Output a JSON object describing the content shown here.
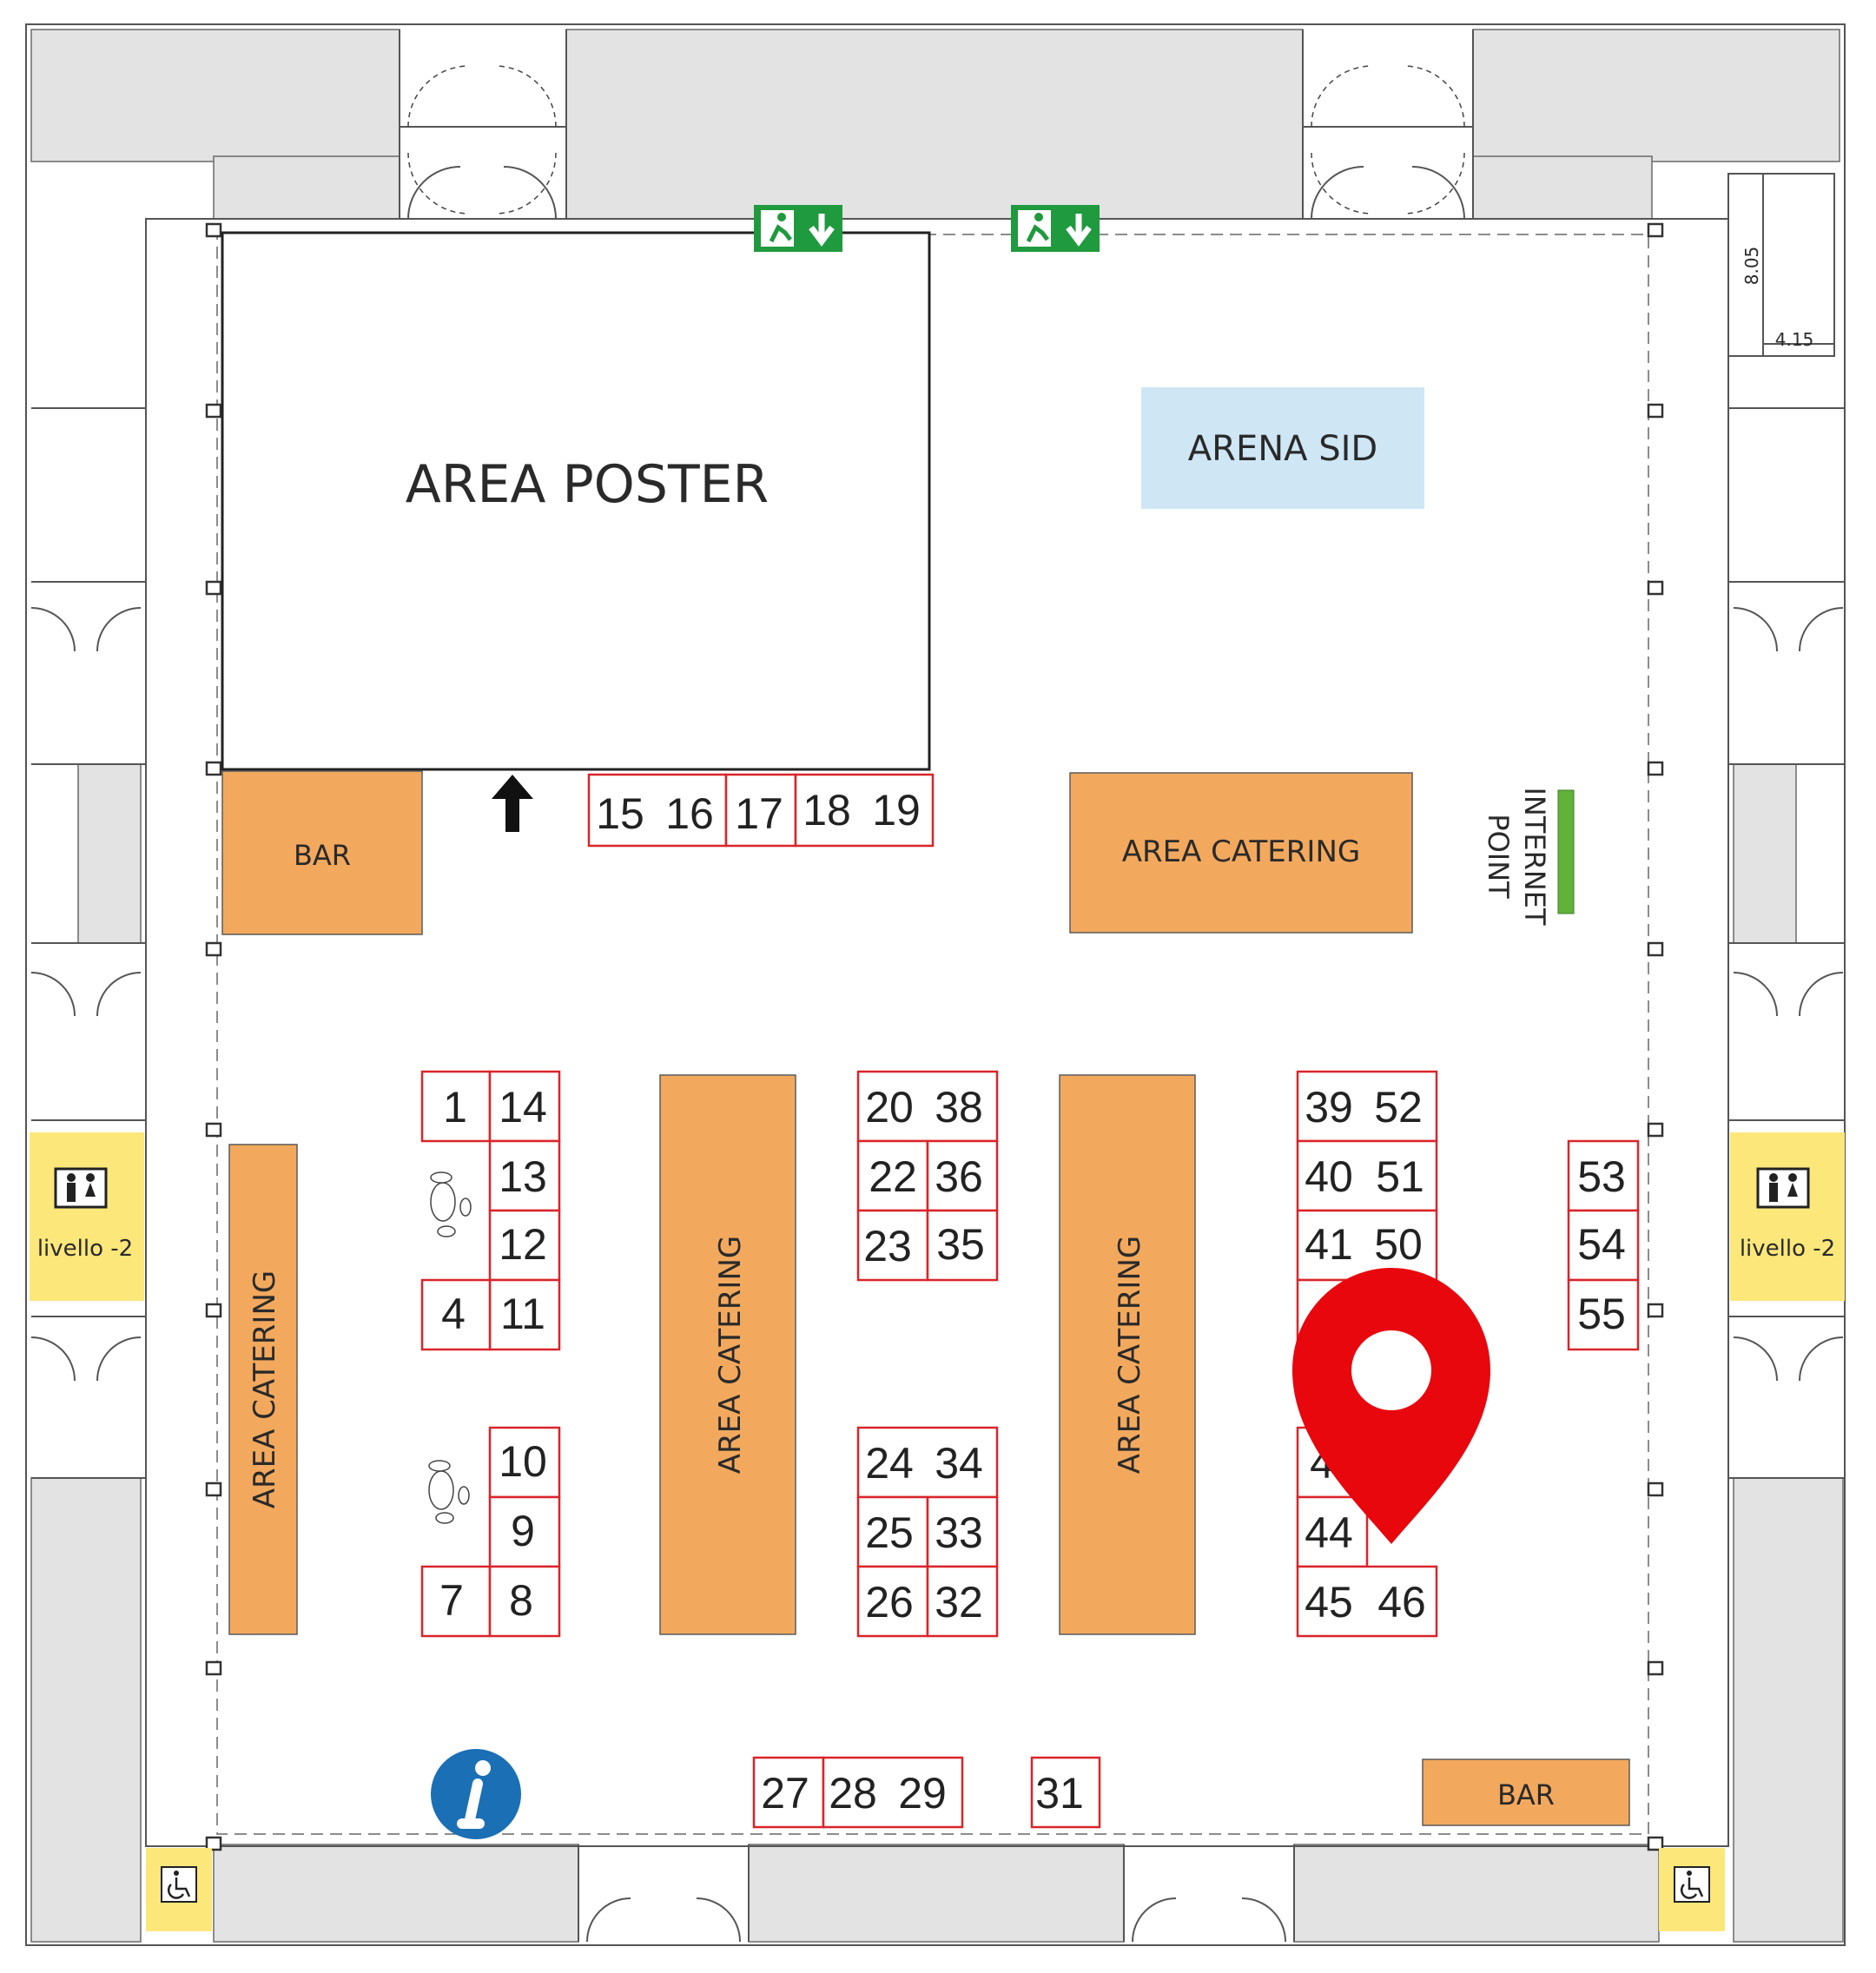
{
  "areas": {
    "poster": "AREA POSTER",
    "arena": "ARENA SID",
    "catering": "AREA CATERING",
    "bar": "BAR",
    "internet_line1": "INTERNET",
    "internet_line2": "POINT",
    "restroom_level": "livello -2"
  },
  "dimensions": {
    "height_label": "8.05",
    "width_label": "4.15"
  },
  "booths": {
    "b1": "1",
    "b4": "4",
    "b7": "7",
    "b8": "8",
    "b9": "9",
    "b10": "10",
    "b11": "11",
    "b12": "12",
    "b13": "13",
    "b14": "14",
    "b15": "15",
    "b16": "16",
    "b17": "17",
    "b18": "18",
    "b19": "19",
    "b20": "20",
    "b22": "22",
    "b23": "23",
    "b24": "24",
    "b25": "25",
    "b26": "26",
    "b27": "27",
    "b28": "28",
    "b29": "29",
    "b31": "31",
    "b32": "32",
    "b33": "33",
    "b34": "34",
    "b35": "35",
    "b36": "36",
    "b38": "38",
    "b39": "39",
    "b40": "40",
    "b41": "41",
    "b42": "4",
    "b43": "4",
    "b44": "44",
    "b45": "45",
    "b46": "46",
    "b50": "50",
    "b51": "51",
    "b52": "52",
    "b53": "53",
    "b54": "54",
    "b55": "55"
  },
  "icons": {
    "exit": "emergency-exit-icon",
    "marker": "location-pin-icon",
    "info": "info-icon",
    "restroom": "restroom-icon",
    "accessible": "wheelchair-icon"
  },
  "colors": {
    "booth_border": "#d9252a",
    "catering": "#f2a95e",
    "arena": "#cfe6f5",
    "restroom": "#fbe77a",
    "exit_green": "#1f9a3e",
    "internet_green": "#62b23a",
    "marker_red": "#e8070d",
    "info_blue": "#1a6fb5"
  }
}
